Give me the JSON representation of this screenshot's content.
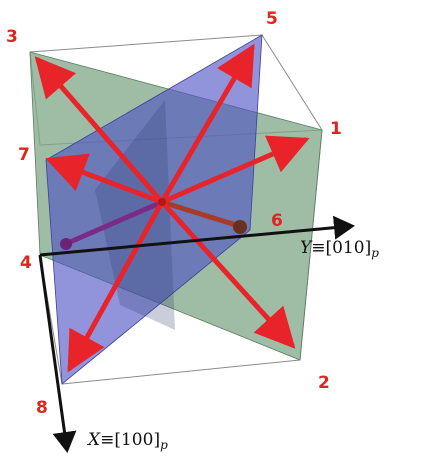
{
  "colors": {
    "red_arrow": "#e8232a",
    "green_plane": "#7fa585",
    "blue_plane": "#5a5fc8",
    "axis": "#111111",
    "label": "#e0241e",
    "edge": "#8c8c8c"
  },
  "vertex_labels": {
    "v1": "1",
    "v2": "2",
    "v3": "3",
    "v4": "4",
    "v5": "5",
    "v6": "6",
    "v7": "7",
    "v8": "8"
  },
  "axes": {
    "y": {
      "symbol": "Y",
      "equiv": "≡",
      "direction": "[010]",
      "subscript": "p"
    },
    "x": {
      "symbol": "X",
      "equiv": "≡",
      "direction": "[100]",
      "subscript": "p"
    }
  }
}
